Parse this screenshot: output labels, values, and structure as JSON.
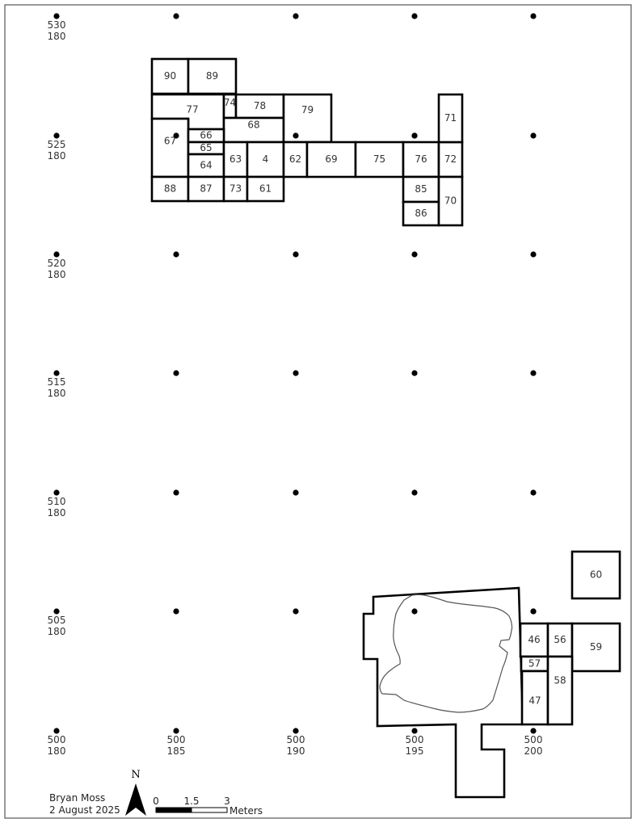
{
  "map": {
    "parcels": [
      "90",
      "89",
      "77",
      "74",
      "78",
      "68",
      "79",
      "67",
      "66",
      "65",
      "64",
      "63",
      "4",
      "62",
      "69",
      "75",
      "76",
      "72",
      "71",
      "88",
      "87",
      "73",
      "61",
      "85",
      "86",
      "70",
      "60",
      "46",
      "56",
      "59",
      "57",
      "47",
      "58"
    ],
    "grid_rows": [
      {
        "northing": "530",
        "easting": "180"
      },
      {
        "northing": "525",
        "easting": "180"
      },
      {
        "northing": "520",
        "easting": "180"
      },
      {
        "northing": "515",
        "easting": "180"
      },
      {
        "northing": "510",
        "easting": "180"
      },
      {
        "northing": "505",
        "easting": "180"
      },
      {
        "northing": "500",
        "easting": "180"
      }
    ],
    "grid_bottom": [
      {
        "northing": "500",
        "easting": "185"
      },
      {
        "northing": "500",
        "easting": "190"
      },
      {
        "northing": "500",
        "easting": "195"
      },
      {
        "northing": "500",
        "easting": "200"
      }
    ]
  },
  "legend": {
    "author": "Bryan Moss",
    "date": "2 August 2025",
    "north_label": "N",
    "scale_ticks": [
      "0",
      "1.5",
      "3"
    ],
    "scale_units": "Meters"
  }
}
